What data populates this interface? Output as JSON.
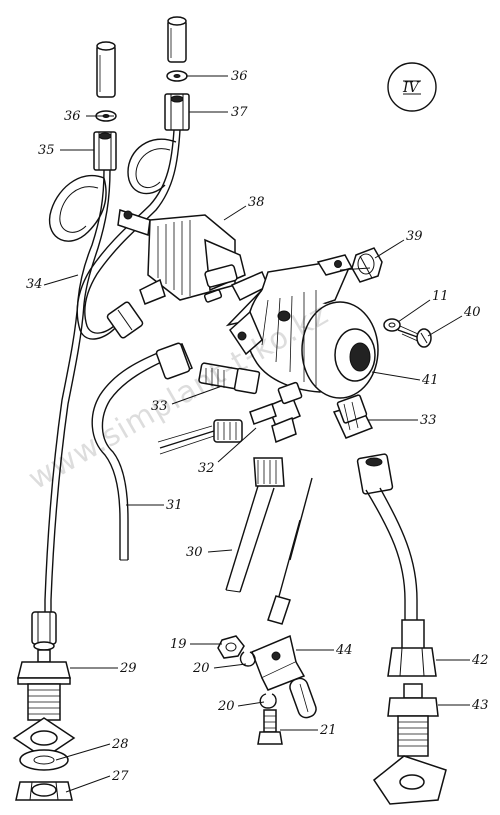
{
  "section_label": "IV",
  "watermark": "www.simplant-t-ko.kz",
  "callouts": [
    {
      "id": "c36a",
      "text": "36"
    },
    {
      "id": "c36b",
      "text": "36"
    },
    {
      "id": "c37",
      "text": "37"
    },
    {
      "id": "c35",
      "text": "35"
    },
    {
      "id": "c38",
      "text": "38"
    },
    {
      "id": "c39",
      "text": "39"
    },
    {
      "id": "c34",
      "text": "34"
    },
    {
      "id": "c11",
      "text": "11"
    },
    {
      "id": "c40",
      "text": "40"
    },
    {
      "id": "c41",
      "text": "41"
    },
    {
      "id": "c33a",
      "text": "33"
    },
    {
      "id": "c33b",
      "text": "33"
    },
    {
      "id": "c32",
      "text": "32"
    },
    {
      "id": "c31",
      "text": "31"
    },
    {
      "id": "c30",
      "text": "30"
    },
    {
      "id": "c19",
      "text": "19"
    },
    {
      "id": "c44",
      "text": "44"
    },
    {
      "id": "c20a",
      "text": "20"
    },
    {
      "id": "c29",
      "text": "29"
    },
    {
      "id": "c42",
      "text": "42"
    },
    {
      "id": "c20b",
      "text": "20"
    },
    {
      "id": "c21",
      "text": "21"
    },
    {
      "id": "c43",
      "text": "43"
    },
    {
      "id": "c28",
      "text": "28"
    },
    {
      "id": "c27",
      "text": "27"
    }
  ]
}
